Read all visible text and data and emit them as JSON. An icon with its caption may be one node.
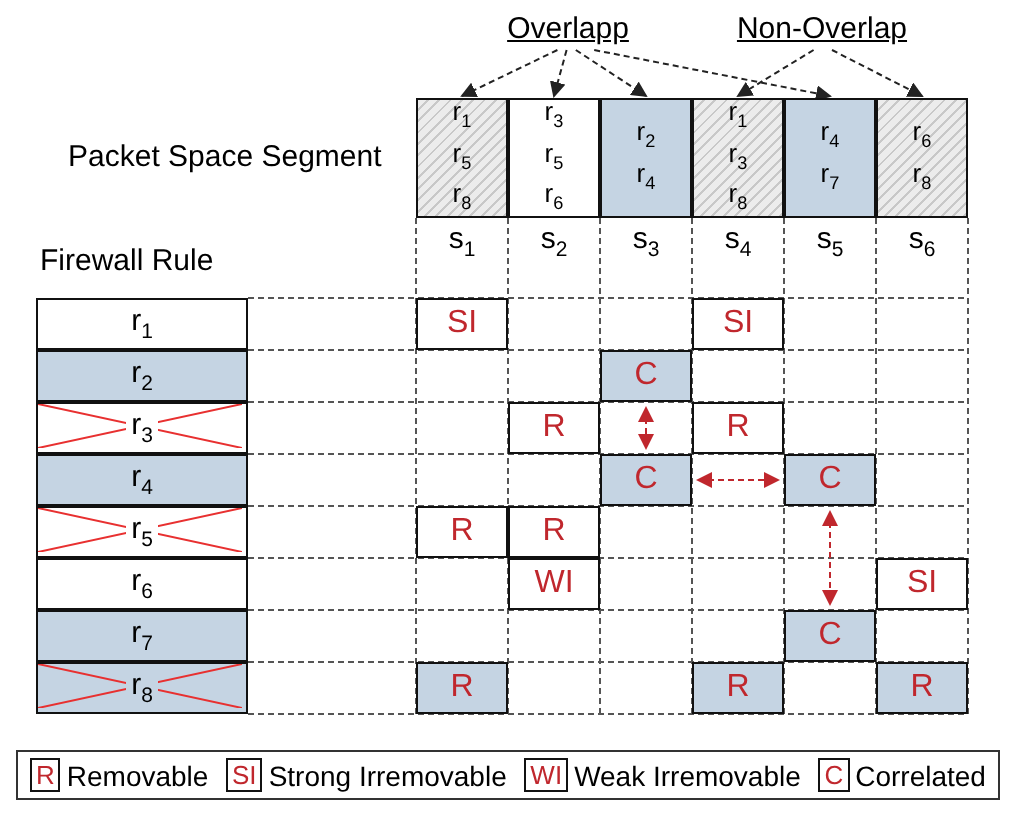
{
  "diagram": {
    "nodes": [
      {
        "text": [
          "Overlapp"
        ]
      },
      {
        "text": [
          "Non-Overlap"
        ]
      },
      {
        "text": [
          "r$_{1}$ r$_{5}$ r$_{8}$"
        ],
        "beside": [
          "s$_{1}$"
        ]
      },
      {
        "text": [
          "r$_{3}$ r$_{5}$ r$_{6}$"
        ],
        "beside": [
          "s$_{2}$"
        ]
      },
      {
        "text": [
          "r$_{2}$ r$_{4}$"
        ],
        "beside": [
          "s$_{3}$"
        ]
      },
      {
        "text": [
          "r$_{1}$ r$_{3}$ r$_{8}$"
        ],
        "beside": [
          "s$_{4}$"
        ]
      },
      {
        "text": [
          "r$_{4}$ r$_{7}$"
        ],
        "beside": [
          "s$_{5}$"
        ]
      },
      {
        "text": [
          "r$_{6}$ r$_{8}$"
        ],
        "beside": [
          "s$_{6}$"
        ]
      },
      {
        "text": [
          "r$_{1}$"
        ]
      },
      {
        "text": [
          "r$_{2}$"
        ]
      },
      {
        "text": [
          "r$_{3}$"
        ]
      },
      {
        "text": [
          "r$_{4}$"
        ]
      },
      {
        "text": [
          "r$_{5}$"
        ]
      },
      {
        "text": [
          "r$_{6}$"
        ]
      },
      {
        "text": [
          "r$_{7}$"
        ]
      },
      {
        "text": [
          "r$_{8}$"
        ]
      },
      {
        "text": [
          "SI"
        ]
      },
      {
        "text": [
          "SI"
        ]
      },
      {
        "text": [
          "C"
        ]
      },
      {
        "text": [
          "R"
        ]
      },
      {
        "text": [
          "R"
        ]
      },
      {
        "text": [
          "C"
        ]
      },
      {
        "text": [
          "C"
        ]
      },
      {
        "text": [
          "R"
        ]
      },
      {
        "text": [
          "R"
        ]
      },
      {
        "text": [
          "WI"
        ]
      },
      {
        "text": [
          "SI"
        ]
      },
      {
        "text": [
          "C"
        ]
      },
      {
        "text": [
          "R"
        ]
      },
      {
        "text": [
          "R"
        ]
      },
      {
        "text": [
          "R"
        ]
      }
    ],
    "edges": [
      {
        "from": 0,
        "to": 2,
        "arrow": "to",
        "style": "dashed"
      },
      {
        "from": 0,
        "to": 3,
        "arrow": "to",
        "style": "dashed"
      },
      {
        "from": 0,
        "to": 4,
        "arrow": "to",
        "style": "dashed"
      },
      {
        "from": 0,
        "to": 6,
        "arrow": "to",
        "style": "dashed"
      },
      {
        "from": 1,
        "to": 5,
        "arrow": "to",
        "style": "dashed"
      },
      {
        "from": 1,
        "to": 7,
        "arrow": "to",
        "style": "dashed"
      },
      {
        "from": 18,
        "to": 21,
        "arrow": "both",
        "style": "dashed",
        "color": "#c0272d"
      },
      {
        "from": 21,
        "to": 22,
        "arrow": "both",
        "style": "dashed",
        "color": "#c0272d"
      },
      {
        "from": 22,
        "to": 27,
        "arrow": "both",
        "style": "dashed",
        "color": "#c0272d"
      }
    ],
    "labels": [
      "Packet Space Segment",
      "Firewall Rule",
      "R",
      "SI",
      "WI",
      "C"
    ],
    "legend": [
      {
        "text": "Removable"
      },
      {
        "text": "Strong Irremovable"
      },
      {
        "text": "Weak Irremovable"
      },
      {
        "text": "Correlated"
      }
    ]
  }
}
